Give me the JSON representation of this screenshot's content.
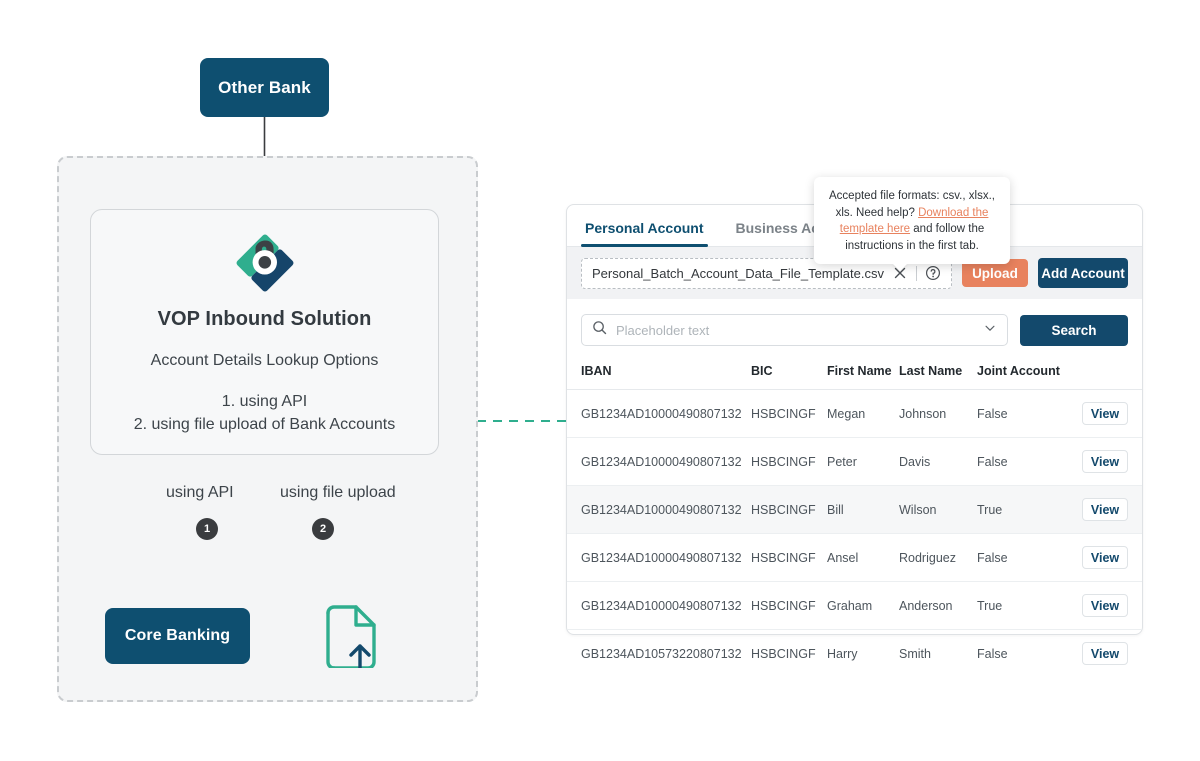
{
  "diagram": {
    "other_bank": "Other Bank",
    "core_banking": "Core Banking",
    "solution_title": "VOP Inbound Solution",
    "solution_subtitle": "Account Details Lookup Options",
    "option_1": "1. using API",
    "option_2": "2. using file upload of Bank Accounts",
    "label_api": "using API",
    "label_upload": "using file upload",
    "badge_1": "1",
    "badge_2": "2",
    "colors": {
      "navy": "#0e4f70",
      "teal": "#2fae8e",
      "badge": "#3a3c3f",
      "dashed_border": "#c9cccf"
    }
  },
  "panel": {
    "tabs": [
      {
        "label": "Personal Account",
        "active": true
      },
      {
        "label": "Business Account",
        "active": false
      }
    ],
    "upload": {
      "file_name": "Personal_Batch_Account_Data_File_Template.csv",
      "clear_icon": "close-icon",
      "help_icon": "help-circle-icon",
      "upload_label": "Upload",
      "add_account_label": "Add Account",
      "upload_color": "#e8825e",
      "add_color": "#13496c"
    },
    "tooltip": {
      "line_1": "Accepted file formats: csv., xlsx., xls.",
      "line_2_pre": "Need help? ",
      "link_text": "Download the template here",
      "line_2_post": " and follow the instructions in the first tab.",
      "link_color": "#e8825e"
    },
    "search": {
      "placeholder": "Placeholder text",
      "search_label": "Search",
      "search_icon": "search-icon",
      "chevron_icon": "chevron-down-icon"
    },
    "table": {
      "columns": [
        "IBAN",
        "BIC",
        "First Name",
        "Last Name",
        "Joint Account",
        ""
      ],
      "action_label": "View",
      "rows": [
        {
          "iban": "GB1234AD10000490807132",
          "bic": "HSBCINGF",
          "first": "Megan",
          "last": "Johnson",
          "joint": "False",
          "highlight": false
        },
        {
          "iban": "GB1234AD10000490807132",
          "bic": "HSBCINGF",
          "first": "Peter",
          "last": "Davis",
          "joint": "False",
          "highlight": false
        },
        {
          "iban": "GB1234AD10000490807132",
          "bic": "HSBCINGF",
          "first": "Bill",
          "last": "Wilson",
          "joint": "True",
          "highlight": true
        },
        {
          "iban": "GB1234AD10000490807132",
          "bic": "HSBCINGF",
          "first": "Ansel",
          "last": "Rodriguez",
          "joint": "False",
          "highlight": false
        },
        {
          "iban": "GB1234AD10000490807132",
          "bic": "HSBCINGF",
          "first": "Graham",
          "last": "Anderson",
          "joint": "True",
          "highlight": false
        },
        {
          "iban": "GB1234AD10573220807132",
          "bic": "HSBCINGF",
          "first": "Harry",
          "last": "Smith",
          "joint": "False",
          "highlight": false
        }
      ]
    }
  }
}
